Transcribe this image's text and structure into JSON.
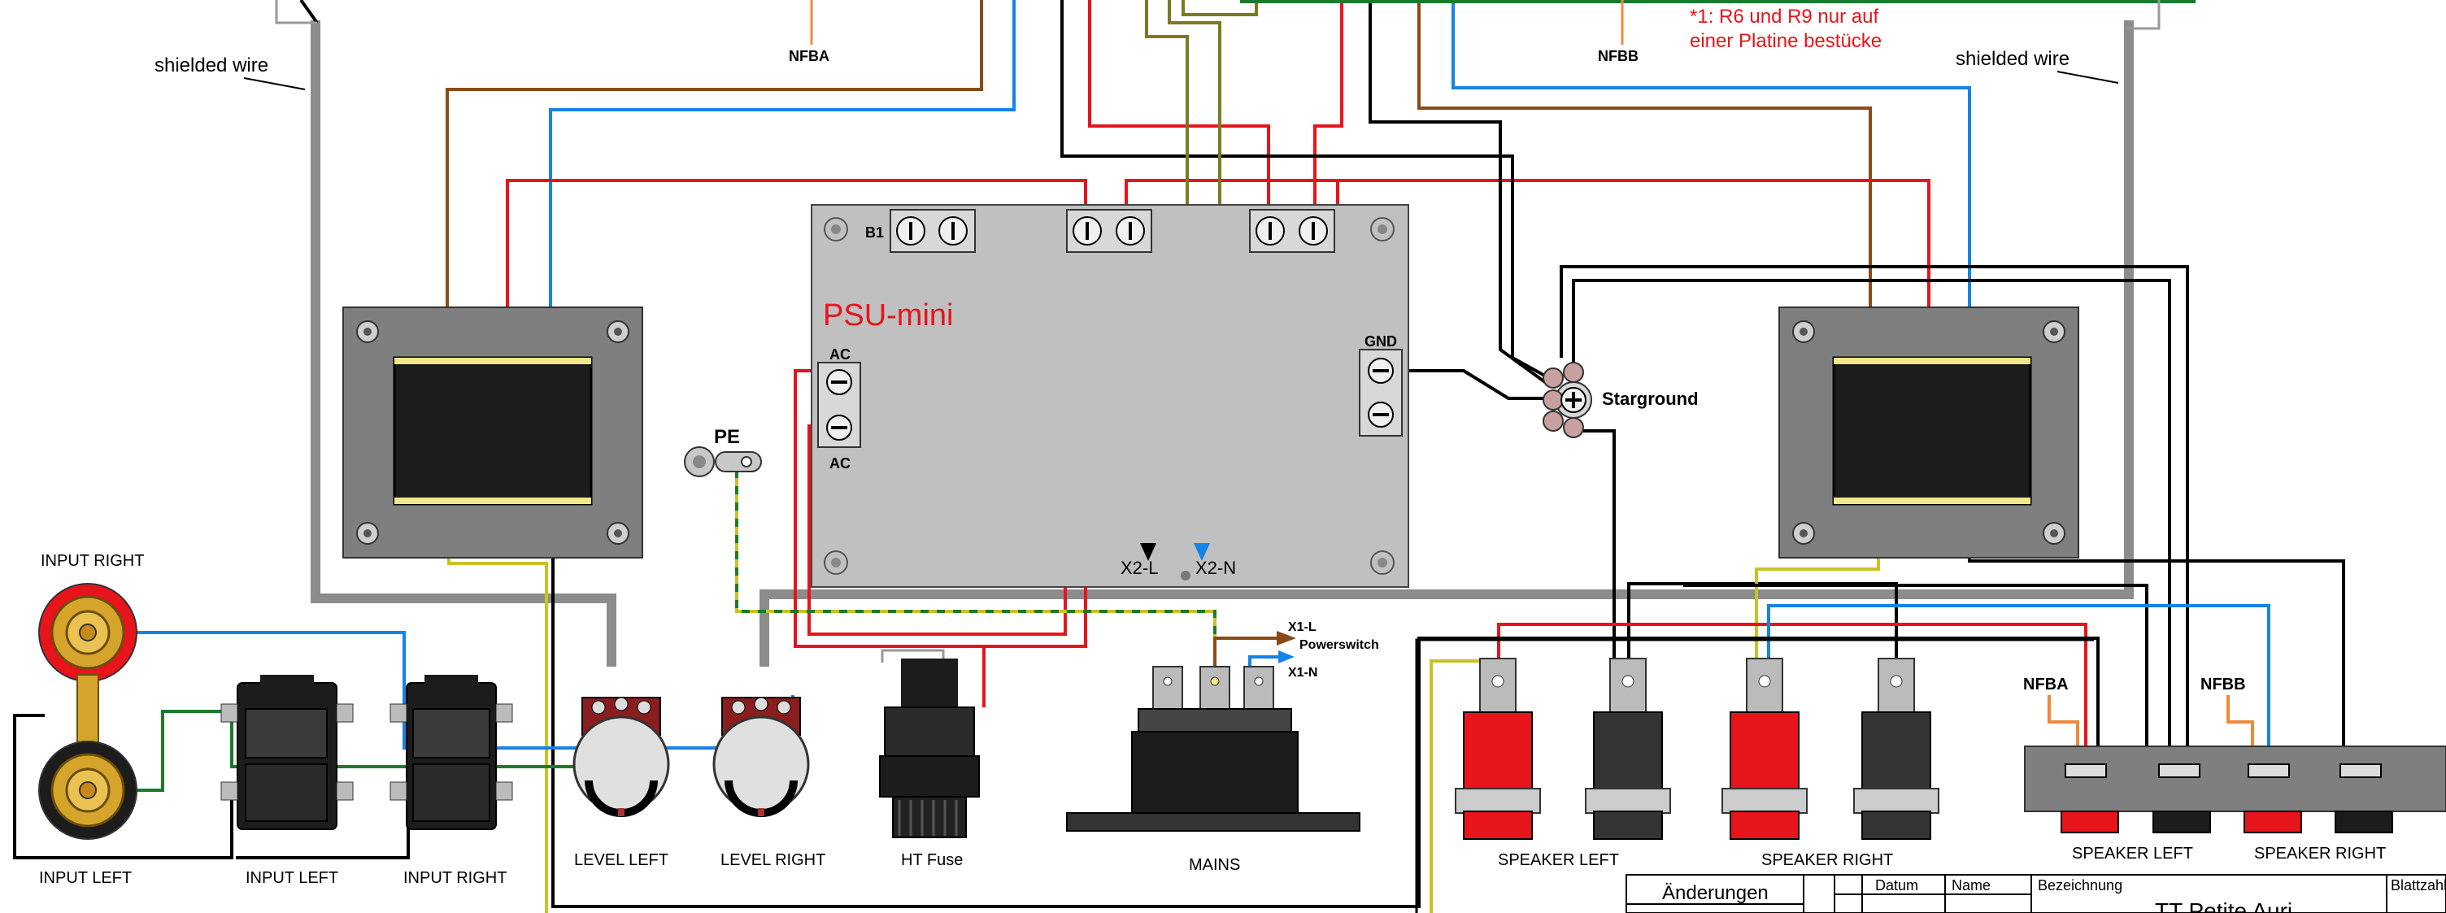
{
  "colors": {
    "red_wire": "#e8141b",
    "blue_wire": "#1583e8",
    "brown_wire": "#8b4b16",
    "olive_wire": "#7c7a1e",
    "green_wire": "#1c7a2c",
    "orange_wire": "#f08a3c",
    "yellow_wire": "#c9c227",
    "shield": "#8c8c8c",
    "board": "#c0c0c0",
    "transformer": "#7f7f7f"
  },
  "labels": {
    "shielded_left": "shielded wire",
    "shielded_right": "shielded wire",
    "nfba_top": "NFBA",
    "nfbb_top": "NFBB",
    "note_line1": "*1: R6 und R9 nur auf",
    "note_line2": "einer Platine bestücke",
    "psu_title": "PSU-mini",
    "b1": "B1",
    "ac_top": "AC",
    "ac_bottom": "AC",
    "gnd": "GND",
    "x2l": "X2-L",
    "x2n": "X2-N",
    "starground": "Starground",
    "pe": "PE",
    "input_right_top": "INPUT RIGHT",
    "input_left_bottom": "INPUT LEFT",
    "input_left_jack": "INPUT LEFT",
    "input_right_jack": "INPUT RIGHT",
    "level_left": "LEVEL LEFT",
    "level_right": "LEVEL RIGHT",
    "ht_fuse": "HT Fuse",
    "mains": "MAINS",
    "x1l": "X1-L",
    "powerswitch": "Powerswitch",
    "x1n": "X1-N",
    "speaker_left_posts": "SPEAKER LEFT",
    "speaker_right_posts": "SPEAKER RIGHT",
    "nfba_term": "NFBA",
    "nfbb_term": "NFBB",
    "speaker_left_term": "SPEAKER LEFT",
    "speaker_right_term": "SPEAKER RIGHT"
  },
  "title_block": {
    "changes": "Änderungen",
    "date": "Datum",
    "name": "Name",
    "designation": "Bezeichnung",
    "title": "TT Petite Auri",
    "sheet": "Blattzahl"
  }
}
